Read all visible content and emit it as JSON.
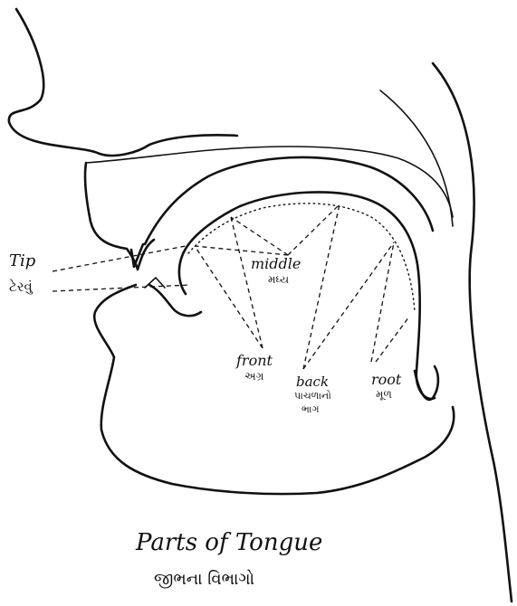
{
  "labels": {
    "tip": "Tip",
    "tip_gujarati": "ટેરવું",
    "middle": "middle",
    "middle_gujarati": "મધ્ય",
    "front": "front",
    "front_gujarati": "અગ્ર",
    "back": "back",
    "back_gujarati_1": "પાચળાનો",
    "back_gujarati_2": "ભાગ",
    "root": "root",
    "root_gujarati": "મૂળ"
  },
  "caption": {
    "title": "Parts of Tongue",
    "subtitle": "જીભના વિભાગો"
  }
}
